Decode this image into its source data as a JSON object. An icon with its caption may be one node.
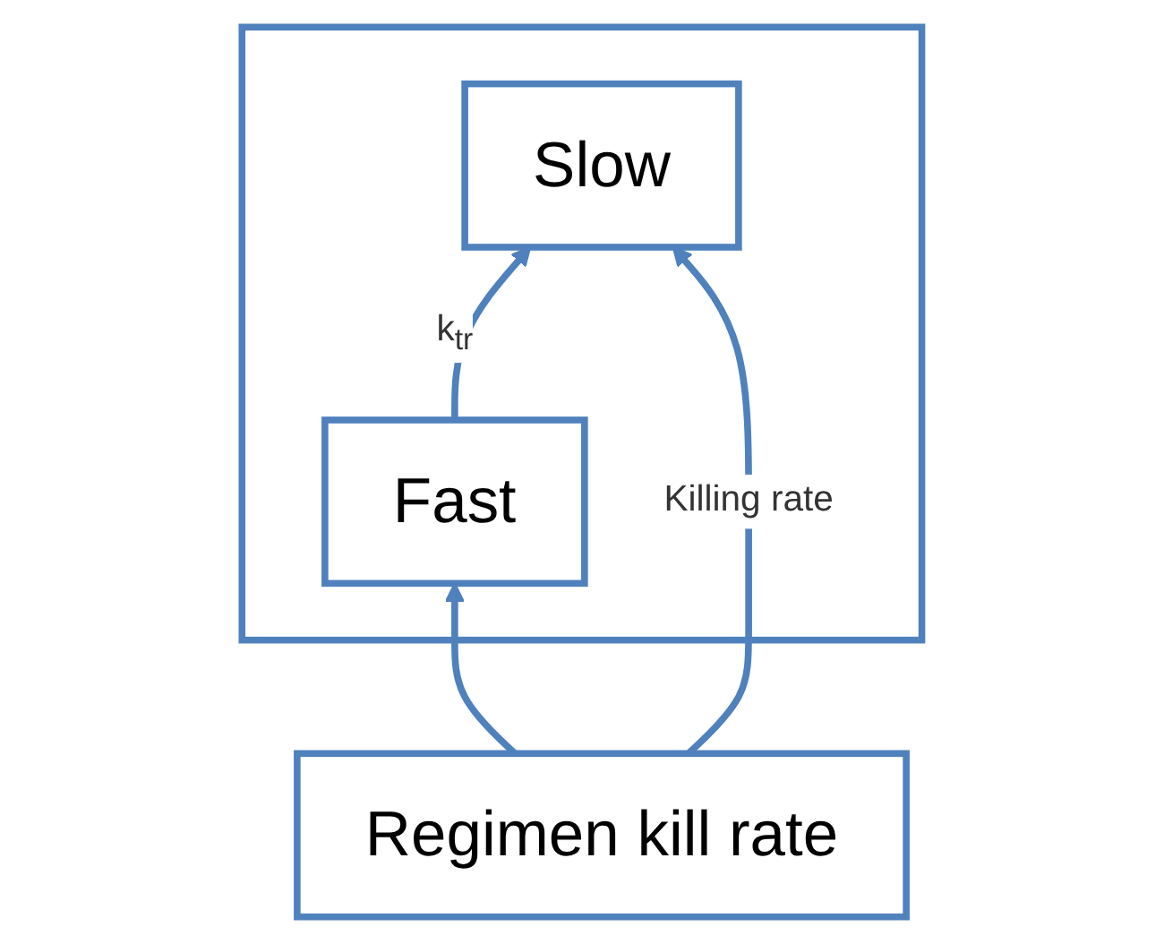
{
  "diagram": {
    "nodes": [
      {
        "text": [],
        "shape": "box"
      },
      {
        "text": [
          "Fast"
        ],
        "in": 0
      },
      {
        "text": [
          "Slow"
        ],
        "in": 0
      },
      {
        "text": [
          "Regimen kill rate"
        ]
      }
    ],
    "edges": [
      {
        "from": 1,
        "to": 2,
        "arrow": "to",
        "label": "k$_{tr}$"
      },
      {
        "from": 3,
        "to": 1,
        "arrow": "to"
      },
      {
        "from": 3,
        "to": 2,
        "arrow": "to",
        "label": "Killing rate"
      }
    ]
  }
}
